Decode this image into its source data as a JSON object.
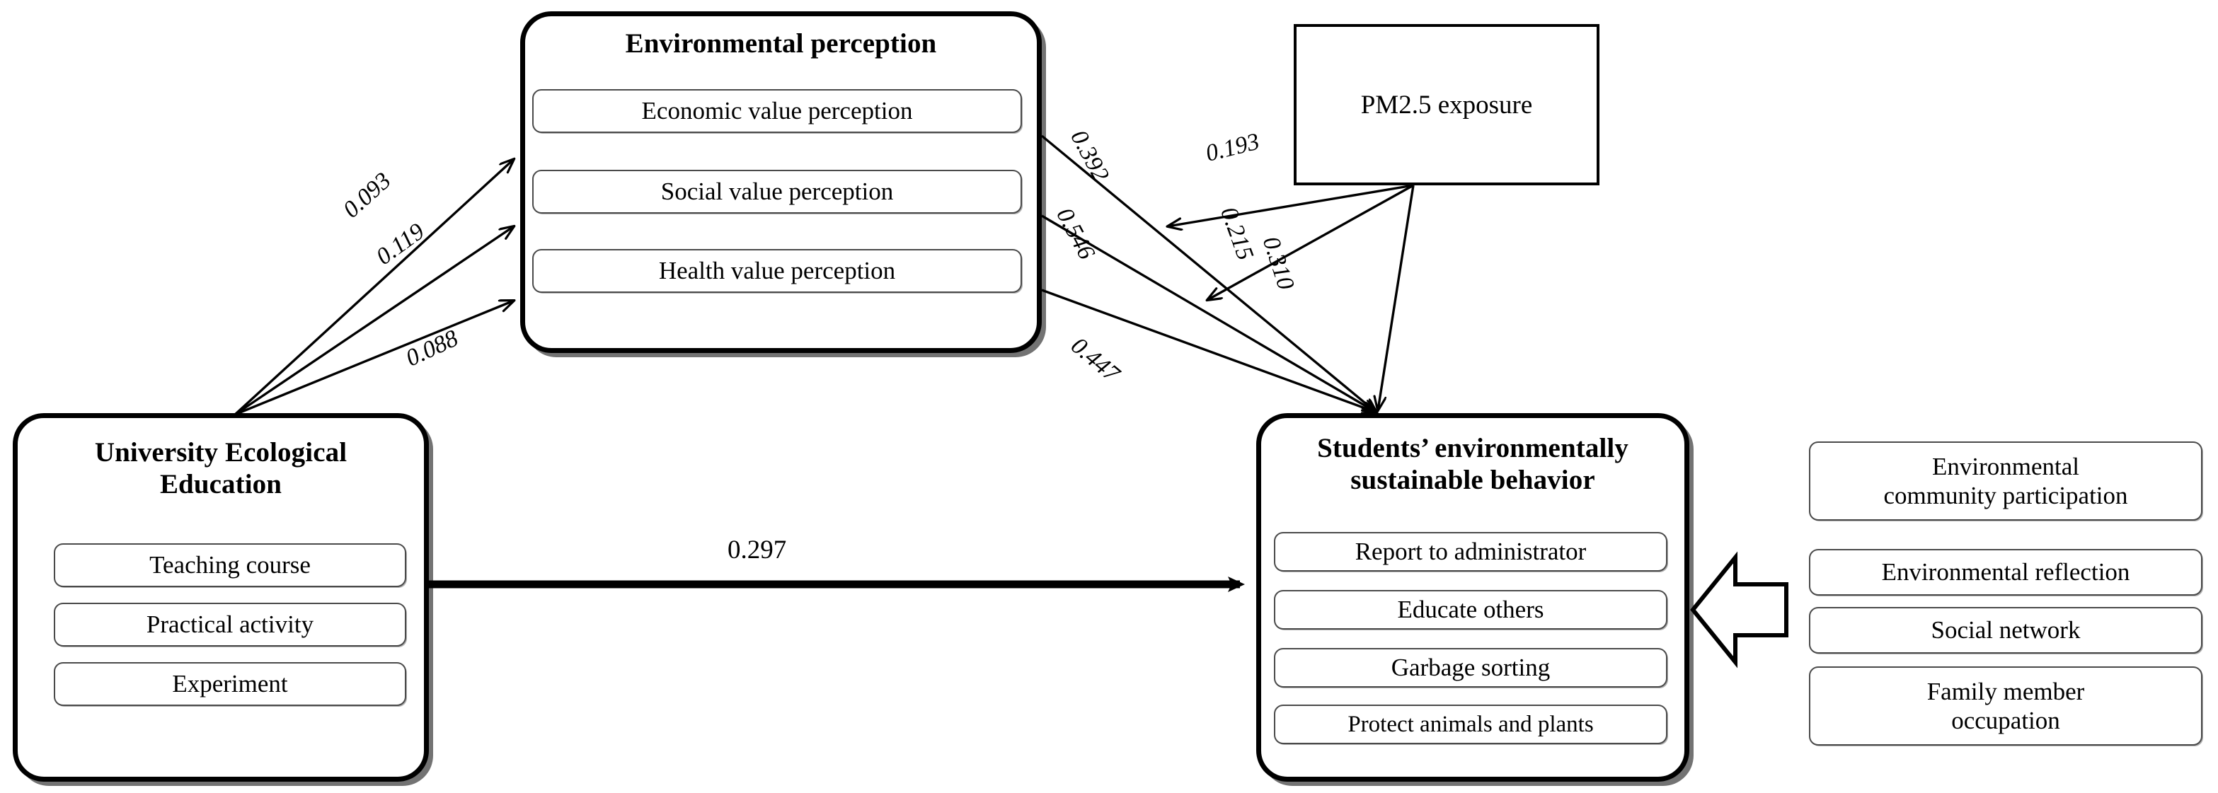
{
  "diagram": {
    "title_hidden": "",
    "type": "structural-equation-model-path-diagram"
  },
  "constructs": {
    "university": {
      "title_line1": "University Ecological",
      "title_line2": "Education",
      "indicators": [
        "Teaching course",
        "Practical activity",
        "Experiment"
      ]
    },
    "perception": {
      "title": "Environmental perception",
      "indicators": [
        "Economic value perception",
        "Social value perception",
        "Health value perception"
      ]
    },
    "behavior": {
      "title_line1": "Students’ environmentally",
      "title_line2": "sustainable behavior",
      "indicators": [
        "Report to administrator",
        "Educate others",
        "Garbage sorting",
        "Protect animals and plants"
      ]
    },
    "pm25": {
      "label": "PM2.5 exposure"
    },
    "context": {
      "items": [
        "Environmental\ncommunity participation",
        "Environmental reflection",
        "Social network",
        "Family member\noccupation"
      ],
      "item0_line1": "Environmental",
      "item0_line2": "community participation",
      "item1": "Environmental reflection",
      "item2": "Social network",
      "item3_line1": "Family member",
      "item3_line2": "occupation"
    }
  },
  "paths": {
    "edu_to_economic": "0.093",
    "edu_to_social": "0.119",
    "edu_to_health": "0.088",
    "economic_to_behavior": "0.392",
    "social_to_behavior": "0.546",
    "health_to_behavior": "0.447",
    "edu_to_behavior": "0.297",
    "pm25_to_economic": "0.193",
    "pm25_to_social": "0.215",
    "pm25_to_behavior": "0.310"
  },
  "colors": {
    "stroke": "#000000",
    "background": "#ffffff",
    "indicator_border": "#4a4a4a"
  }
}
